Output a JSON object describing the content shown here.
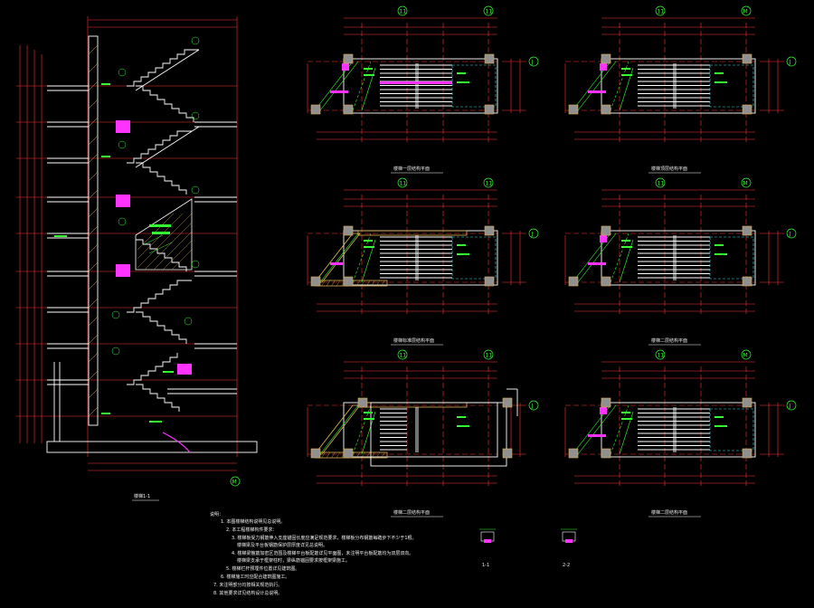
{
  "colors": {
    "background": "#000000",
    "wall": "#ffffff",
    "dimension_red": "#ff3030",
    "annotation_green": "#33ff33",
    "rebar_magenta": "#ff33ff",
    "hatch_yellow": "#e0b050",
    "column_gray": "#909090",
    "beam_cyan": "#33dddd"
  },
  "grid_axes": [
    "11",
    "11",
    "M",
    "J",
    "M"
  ],
  "section": {
    "caption": "楼梯1-1"
  },
  "plans": [
    {
      "id": "p1",
      "caption": "楼梯一层结构平面"
    },
    {
      "id": "p2",
      "caption": "楼梯顶层结构平面"
    },
    {
      "id": "p3",
      "caption": "楼梯标准层结构平面"
    },
    {
      "id": "p4",
      "caption": "楼梯二层结构平面"
    },
    {
      "id": "p5",
      "caption": "楼梯二层结构平面"
    },
    {
      "id": "p6",
      "caption": "楼梯二层结构平面"
    }
  ],
  "notes": {
    "title": "说明：",
    "lines": [
      "1. 本图楼梯结构说明见总说明。",
      "2. 本工程楼梯构件要求：",
      "3. 楼梯板受力钢筋伸入支座锚固长度应满足规范要求，楼梯板分布钢筋每踏步下不少于1根。",
      "   楼梯梁及平台板钢筋保护层厚度详见总说明。",
      "4. 楼梯梁箍筋加密区范围及楼梯平台板配筋详见平面图，未注明平台板配筋均为双层双向。",
      "   楼梯梁支承于框架柱时，梁纵筋锚固要求按框架梁施工。",
      "5. 楼梯栏杆预埋件位置详见建筑图。",
      "6. 楼梯施工时应配合建筑图施工。",
      "7. 未注明部分均按相关规范执行。",
      "8. 其他要求详见结构设计总说明。"
    ]
  },
  "details": [
    {
      "id": "d1",
      "caption": "1-1"
    },
    {
      "id": "d2",
      "caption": "2-2"
    }
  ]
}
